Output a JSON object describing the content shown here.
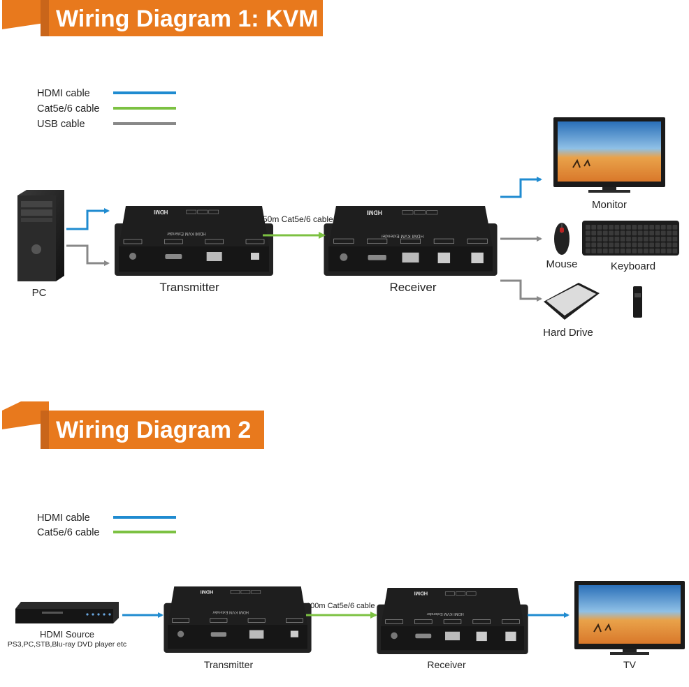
{
  "colors": {
    "orange": "#e8791d",
    "orange_dark": "#c9651a",
    "hdmi": "#1f8bd0",
    "cat": "#7cc142",
    "usb": "#888888",
    "device": "#1b1b1b"
  },
  "diagram1": {
    "title": "Wiring Diagram 1: KVM",
    "legend": [
      {
        "label": "HDMI cable",
        "color": "#1f8bd0"
      },
      {
        "label": "Cat5e/6 cable",
        "color": "#7cc142"
      },
      {
        "label": "USB cable",
        "color": "#888888"
      }
    ],
    "source": "PC",
    "transmitter": "Transmitter",
    "receiver": "Receiver",
    "cable": "50m Cat5e/6 cable",
    "outputs": {
      "monitor": "Monitor",
      "mouse": "Mouse",
      "keyboard": "Keyboard",
      "hard_drive": "Hard Drive"
    }
  },
  "diagram2": {
    "title": "Wiring Diagram 2",
    "legend": [
      {
        "label": "HDMI cable",
        "color": "#1f8bd0"
      },
      {
        "label": "Cat5e/6 cable",
        "color": "#7cc142"
      }
    ],
    "source": "HDMI Source",
    "source_sub": "PS3,PC,STB,Blu-ray DVD player etc",
    "transmitter": "Transmitter",
    "receiver": "Receiver",
    "cable": "100m Cat5e/6 cable",
    "output": "TV"
  },
  "device": {
    "brand": "HDMI",
    "model": "HDMI KVM Extender"
  }
}
